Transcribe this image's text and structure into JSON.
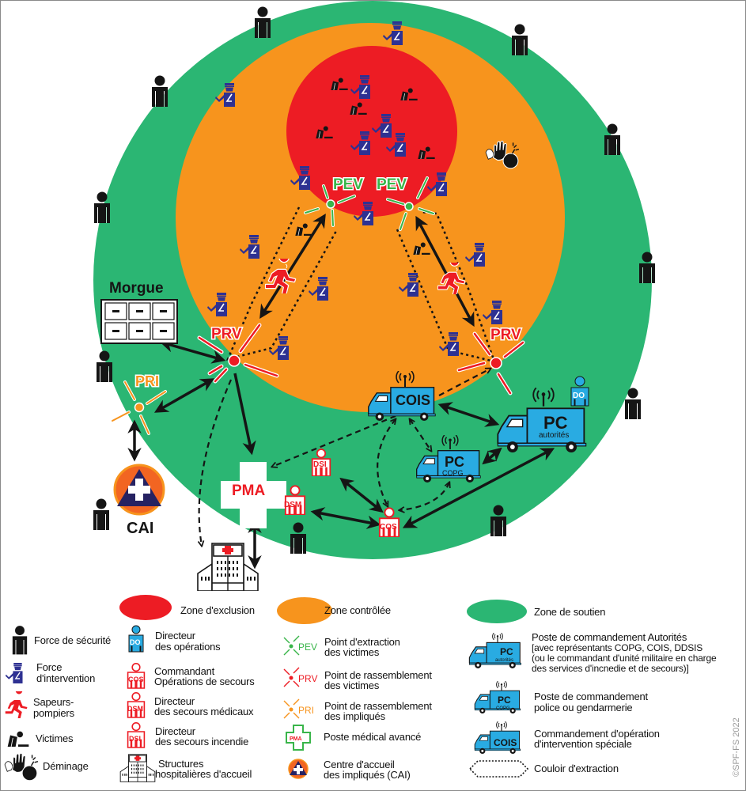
{
  "colors": {
    "zone_exclusion": "#ed1c24",
    "zone_controlee": "#f7941d",
    "zone_soutien": "#2bb673",
    "force_intervention": "#2e3192",
    "sapeurs": "#ed1c24",
    "pev": "#39b54a",
    "pri": "#f7941d",
    "vehicle": "#29abe2",
    "cai_orange": "#f26522",
    "cai_navy": "#262262"
  },
  "diagram": {
    "labels": {
      "pev_left": "PEV",
      "pev_right": "PEV",
      "prv_left": "PRV",
      "prv_right": "PRV",
      "pri": "PRI",
      "morgue": "Morgue",
      "cai": "CAI",
      "pma": "PMA",
      "dsi": "DSI",
      "dsm": "DSM",
      "cos": "COS",
      "do": "DO",
      "cois": "COIS",
      "pc_copg_main": "PC",
      "pc_copg_sub": "COPG",
      "pc_aut_main": "PC",
      "pc_aut_sub": "autorités"
    }
  },
  "legend": {
    "col1": [
      {
        "icon": "force-securite-icon",
        "label": "Force de sécurité"
      },
      {
        "icon": "force-intervention-icon",
        "label": "Force d'intervention"
      },
      {
        "icon": "sapeurs-pompiers-icon",
        "label": "Sapeurs-pompiers"
      },
      {
        "icon": "victime-icon",
        "label": "Victimes"
      },
      {
        "icon": "deminage-icon",
        "label": "Déminage"
      }
    ],
    "col2": [
      {
        "icon": "zone-exclusion-swatch",
        "label": "Zone d'exclusion"
      },
      {
        "icon": "do-icon",
        "label_l1": "Directeur",
        "label_l2": "des opérations"
      },
      {
        "icon": "cos-icon",
        "label_l1": "Commandant",
        "label_l2": "Opérations de secours"
      },
      {
        "icon": "dsm-icon",
        "label_l1": "Directeur",
        "label_l2": "des secours médicaux"
      },
      {
        "icon": "dsi-icon",
        "label_l1": "Directeur",
        "label_l2": "des secours incendie"
      },
      {
        "icon": "hospital-icon",
        "label_l1": "Structures",
        "label_l2": "hospitalières d'accueil"
      }
    ],
    "col3": [
      {
        "icon": "zone-controlee-swatch",
        "label": "Zone contrôlée"
      },
      {
        "icon": "pev-icon",
        "tag": "PEV",
        "label_l1": "Point d'extraction",
        "label_l2": "des victimes"
      },
      {
        "icon": "prv-icon",
        "tag": "PRV",
        "label_l1": "Point de rassemblement",
        "label_l2": "des victimes"
      },
      {
        "icon": "pri-icon",
        "tag": "PRI",
        "label_l1": "Point de rassemblement",
        "label_l2": "des impliqués"
      },
      {
        "icon": "pma-icon",
        "tag": "PMA",
        "label": "Poste médical avancé"
      },
      {
        "icon": "cai-icon",
        "label_l1": "Centre d'accueil",
        "label_l2": "des impliqués (CAI)"
      }
    ],
    "col4": [
      {
        "icon": "zone-soutien-swatch",
        "label": "Zone de soutien"
      },
      {
        "icon": "pc-autorites-icon",
        "title": "Poste de commandement Autorités",
        "lines": [
          "[avec représentants COPG, COIS, DDSIS",
          "(ou le commandant d'unité militaire en charge",
          "des services d'incnedie et de secours)]"
        ]
      },
      {
        "icon": "pc-copg-icon",
        "label_l1": "Poste de commandement",
        "label_l2": "police ou gendarmerie"
      },
      {
        "icon": "cois-icon",
        "label_l1": "Commandement d'opération",
        "label_l2": "d'intervention spéciale"
      },
      {
        "icon": "couloir-icon",
        "label": "Couloir d'extraction"
      }
    ]
  },
  "copyright": "©SPF-FS 2022"
}
